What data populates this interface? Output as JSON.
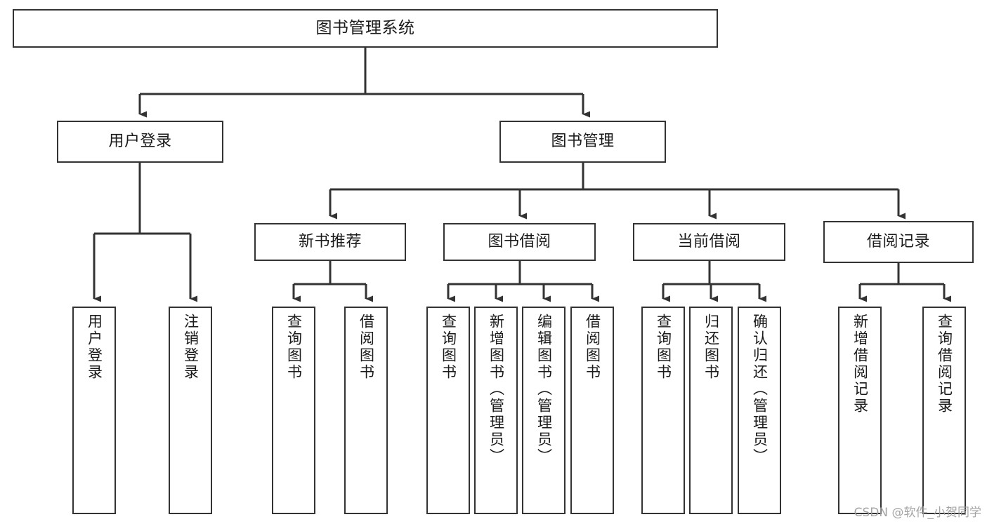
{
  "diagram": {
    "type": "tree-hierarchy",
    "title": "图书管理系统",
    "watermark": "CSDN @软件_小贺同学",
    "colors": {
      "box_border": "#333333",
      "box_fill": "#ffffff",
      "connector": "#333333",
      "text": "#1a1a1a",
      "watermark": "#9d9d9d",
      "background": "#ffffff"
    },
    "nodes": {
      "root": {
        "label": "图书管理系统",
        "level": 0,
        "orientation": "horizontal"
      },
      "user_login": {
        "label": "用户登录",
        "level": 1,
        "orientation": "horizontal"
      },
      "book_manage": {
        "label": "图书管理",
        "level": 1,
        "orientation": "horizontal"
      },
      "new_book_rec": {
        "label": "新书推荐",
        "level": 2,
        "orientation": "horizontal"
      },
      "book_borrow": {
        "label": "图书借阅",
        "level": 2,
        "orientation": "horizontal"
      },
      "current_borrow": {
        "label": "当前借阅",
        "level": 2,
        "orientation": "horizontal"
      },
      "borrow_record": {
        "label": "借阅记录",
        "level": 2,
        "orientation": "horizontal"
      },
      "leaf_user_login": {
        "label": "用户登录",
        "level": 3,
        "orientation": "vertical"
      },
      "leaf_logout": {
        "label": "注销登录",
        "level": 3,
        "orientation": "vertical"
      },
      "leaf_query_book_1": {
        "label": "查询图书",
        "level": 3,
        "orientation": "vertical"
      },
      "leaf_borrow_book_1": {
        "label": "借阅图书",
        "level": 3,
        "orientation": "vertical"
      },
      "leaf_query_book_2": {
        "label": "查询图书",
        "level": 3,
        "orientation": "vertical"
      },
      "leaf_add_book": {
        "label": "新增图书（管理员）",
        "level": 3,
        "orientation": "vertical"
      },
      "leaf_edit_book": {
        "label": "编辑图书（管理员）",
        "level": 3,
        "orientation": "vertical"
      },
      "leaf_borrow_book_2": {
        "label": "借阅图书",
        "level": 3,
        "orientation": "vertical"
      },
      "leaf_query_book_3": {
        "label": "查询图书",
        "level": 3,
        "orientation": "vertical"
      },
      "leaf_return_book": {
        "label": "归还图书",
        "level": 3,
        "orientation": "vertical"
      },
      "leaf_confirm_return": {
        "label": "确认归还（管理员）",
        "level": 3,
        "orientation": "vertical"
      },
      "leaf_add_record": {
        "label": "新增借阅记录",
        "level": 3,
        "orientation": "vertical"
      },
      "leaf_query_record": {
        "label": "查询借阅记录",
        "level": 3,
        "orientation": "vertical"
      }
    },
    "edges": [
      {
        "from": "root",
        "to": "user_login"
      },
      {
        "from": "root",
        "to": "book_manage"
      },
      {
        "from": "user_login",
        "to": "leaf_user_login"
      },
      {
        "from": "user_login",
        "to": "leaf_logout"
      },
      {
        "from": "book_manage",
        "to": "new_book_rec"
      },
      {
        "from": "book_manage",
        "to": "book_borrow"
      },
      {
        "from": "book_manage",
        "to": "current_borrow"
      },
      {
        "from": "book_manage",
        "to": "borrow_record"
      },
      {
        "from": "new_book_rec",
        "to": "leaf_query_book_1"
      },
      {
        "from": "new_book_rec",
        "to": "leaf_borrow_book_1"
      },
      {
        "from": "book_borrow",
        "to": "leaf_query_book_2"
      },
      {
        "from": "book_borrow",
        "to": "leaf_add_book"
      },
      {
        "from": "book_borrow",
        "to": "leaf_edit_book"
      },
      {
        "from": "book_borrow",
        "to": "leaf_borrow_book_2"
      },
      {
        "from": "current_borrow",
        "to": "leaf_query_book_3"
      },
      {
        "from": "current_borrow",
        "to": "leaf_return_book"
      },
      {
        "from": "current_borrow",
        "to": "leaf_confirm_return"
      },
      {
        "from": "borrow_record",
        "to": "leaf_add_record"
      },
      {
        "from": "borrow_record",
        "to": "leaf_query_record"
      }
    ]
  }
}
